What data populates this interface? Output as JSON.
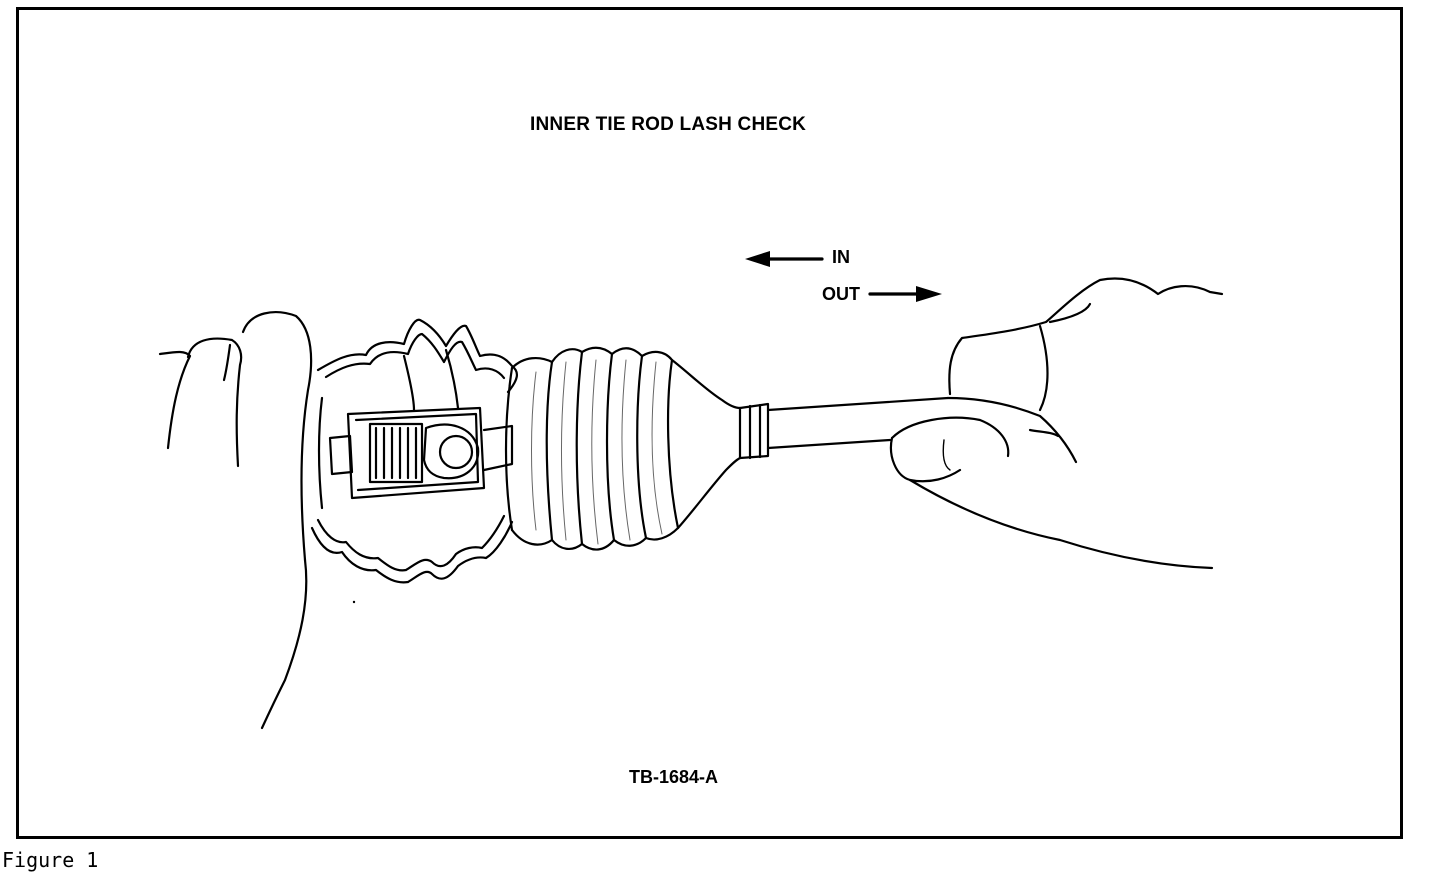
{
  "figure": {
    "title": "INNER TIE ROD LASH CHECK",
    "direction_in_label": "IN",
    "direction_out_label": "OUT",
    "reference_code": "TB-1684-A",
    "caption": "Figure 1"
  },
  "icons": {
    "in_arrow": "arrow-left-icon",
    "out_arrow": "arrow-right-icon"
  },
  "colors": {
    "ink": "#000000",
    "paper": "#ffffff"
  }
}
